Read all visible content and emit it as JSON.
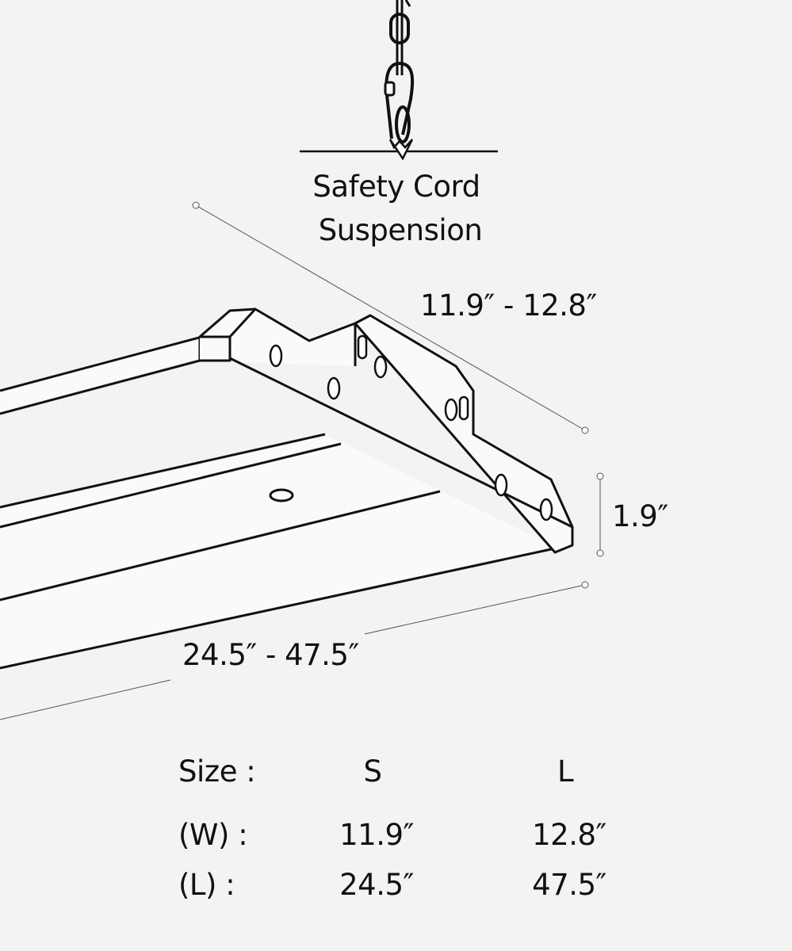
{
  "title": {
    "line1": "Safety Cord",
    "line2": "Suspension"
  },
  "dimensions": {
    "width": "11.9″ - 12.8″",
    "height": "1.9″",
    "length": "24.5″ - 47.5″"
  },
  "size_table": {
    "header": {
      "label": "Size :",
      "s": "S",
      "l": "L"
    },
    "rows": [
      {
        "label": "(W) :",
        "s": "11.9″",
        "l": "12.8″"
      },
      {
        "label": "(L) :",
        "s": "24.5″",
        "l": "47.5″"
      }
    ]
  }
}
